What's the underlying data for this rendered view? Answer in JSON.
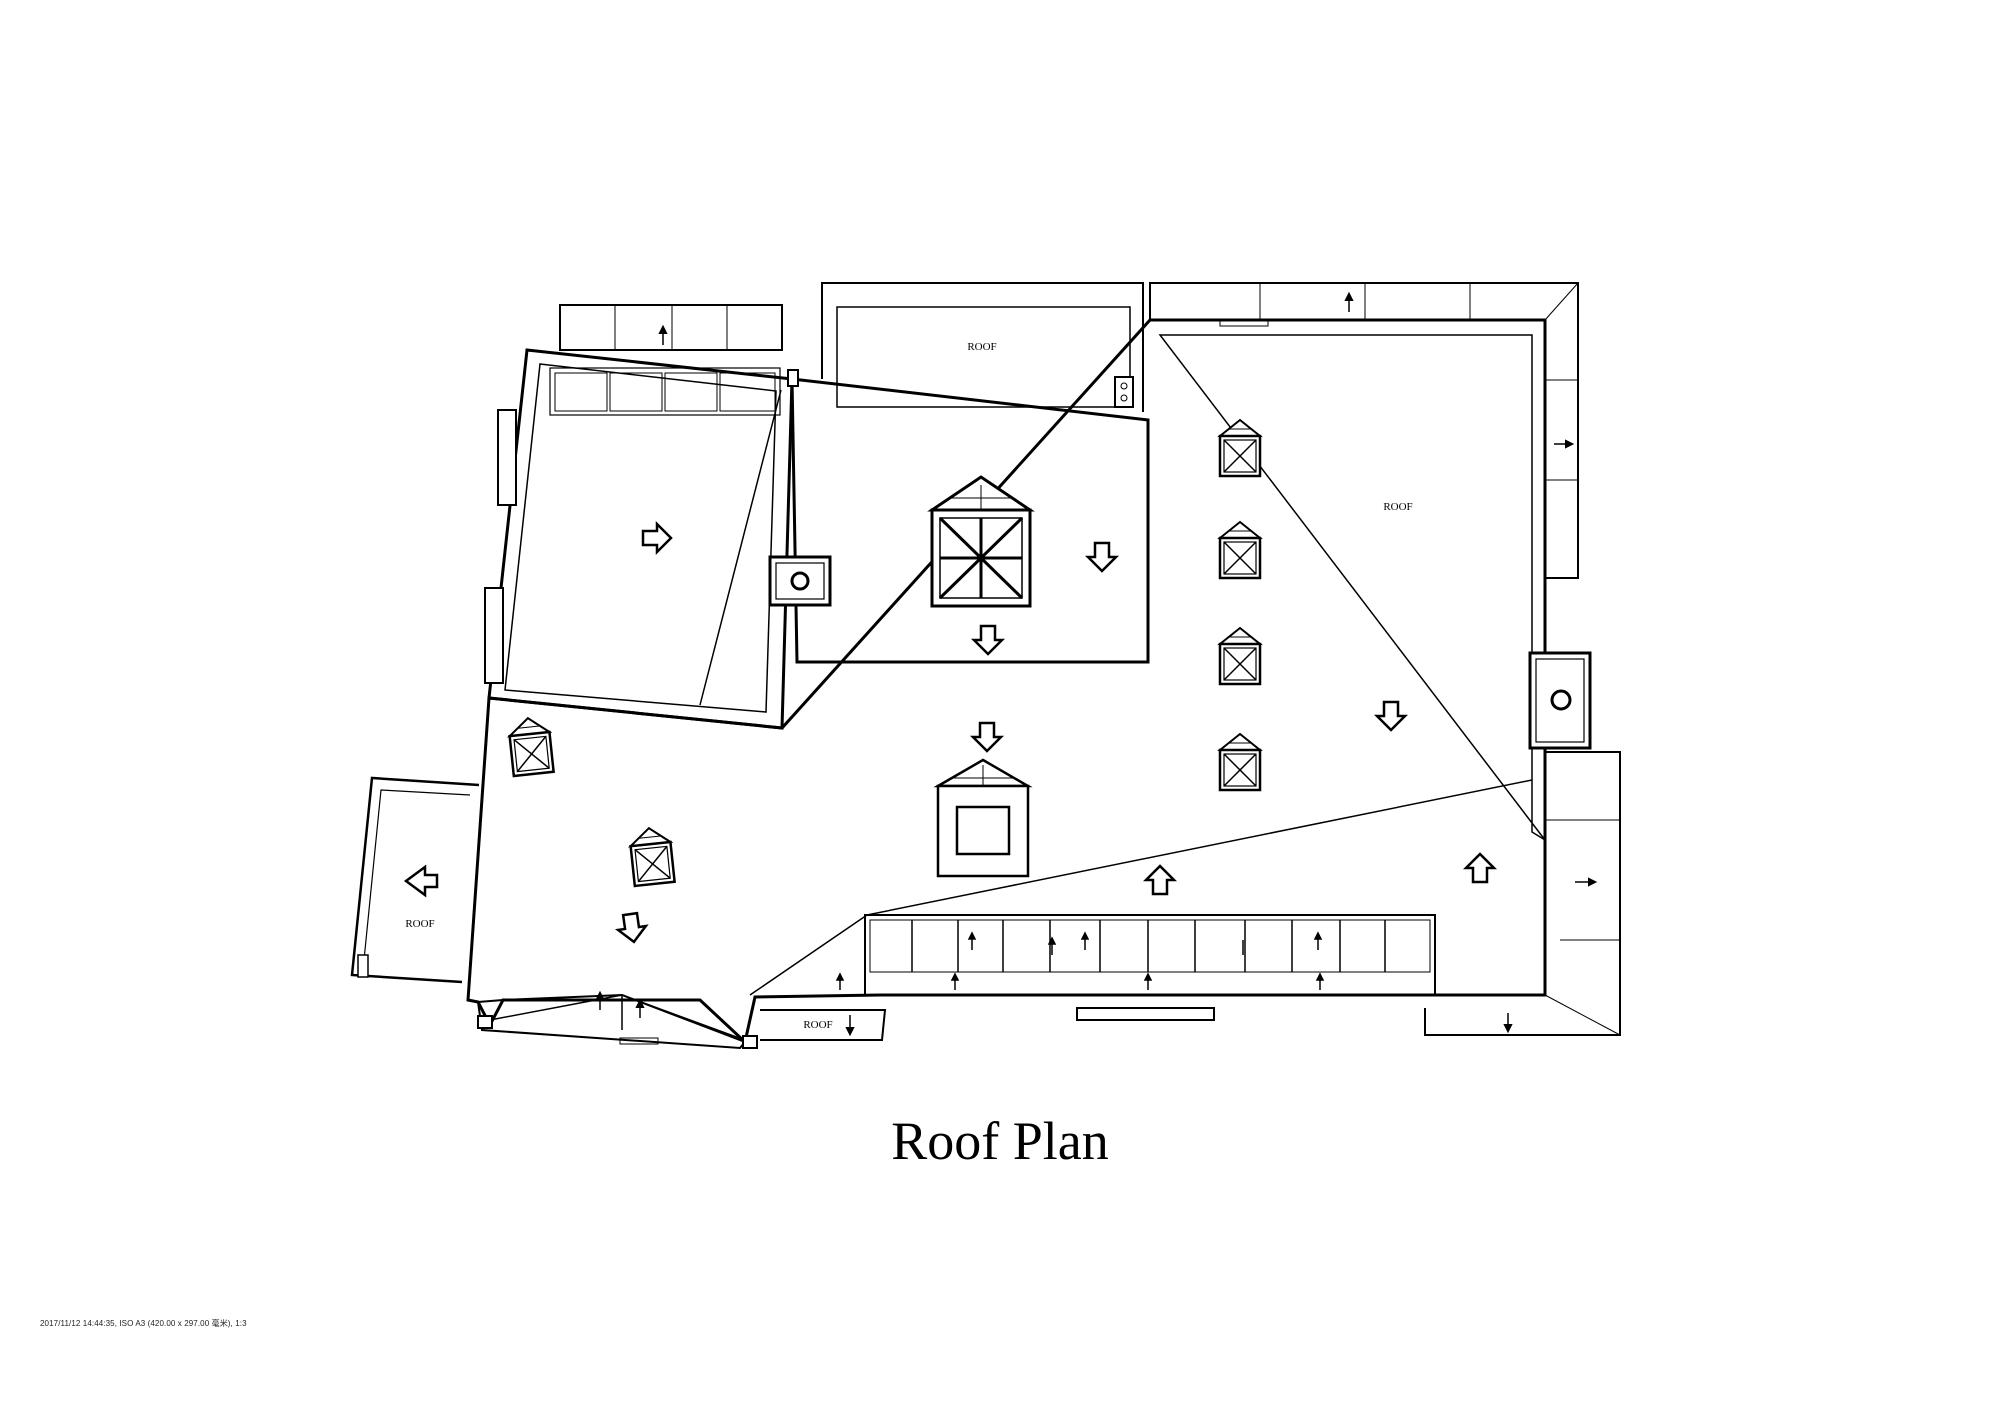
{
  "title": "Roof Plan",
  "plot_stamp": "2017/11/12 14:44:35, ISO A3 (420.00 x 297.00 毫米), 1:3",
  "roof_labels": {
    "top_middle": "ROOF",
    "right_main": "ROOF",
    "left_annex": "ROOF",
    "bottom_small": "ROOF"
  },
  "colors": {
    "line": "#000000",
    "background": "#ffffff"
  }
}
